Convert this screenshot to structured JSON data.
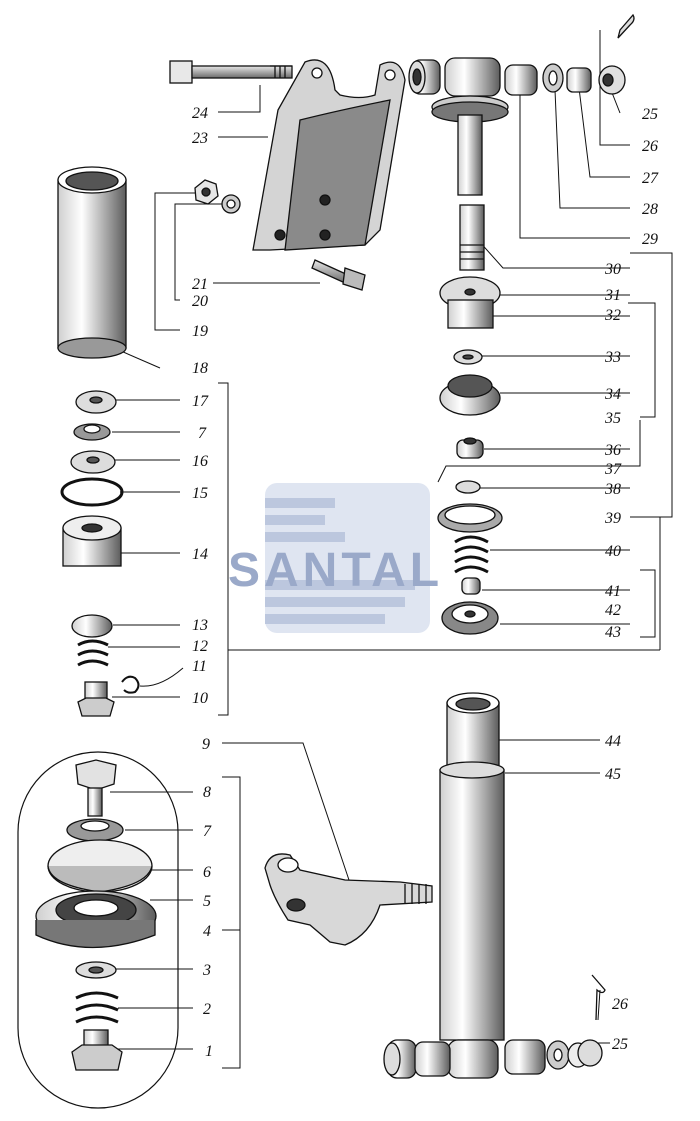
{
  "watermark": {
    "text": "SANTAL",
    "color": "#9aa9c9"
  },
  "labels": [
    {
      "id": "1",
      "text": "1"
    },
    {
      "id": "2",
      "text": "2"
    },
    {
      "id": "3",
      "text": "3"
    },
    {
      "id": "4",
      "text": "4"
    },
    {
      "id": "5",
      "text": "5"
    },
    {
      "id": "6",
      "text": "6"
    },
    {
      "id": "7a",
      "text": "7"
    },
    {
      "id": "8",
      "text": "8"
    },
    {
      "id": "9",
      "text": "9"
    },
    {
      "id": "10",
      "text": "10"
    },
    {
      "id": "11",
      "text": "11"
    },
    {
      "id": "12",
      "text": "12"
    },
    {
      "id": "13",
      "text": "13"
    },
    {
      "id": "14",
      "text": "14"
    },
    {
      "id": "15",
      "text": "15"
    },
    {
      "id": "16",
      "text": "16"
    },
    {
      "id": "7b",
      "text": "7"
    },
    {
      "id": "17",
      "text": "17"
    },
    {
      "id": "18",
      "text": "18"
    },
    {
      "id": "19",
      "text": "19"
    },
    {
      "id": "20",
      "text": "20"
    },
    {
      "id": "21",
      "text": "21"
    },
    {
      "id": "23",
      "text": "23"
    },
    {
      "id": "24",
      "text": "24"
    },
    {
      "id": "25a",
      "text": "25"
    },
    {
      "id": "26a",
      "text": "26"
    },
    {
      "id": "27",
      "text": "27"
    },
    {
      "id": "28",
      "text": "28"
    },
    {
      "id": "29",
      "text": "29"
    },
    {
      "id": "30",
      "text": "30"
    },
    {
      "id": "31",
      "text": "31"
    },
    {
      "id": "32",
      "text": "32"
    },
    {
      "id": "33",
      "text": "33"
    },
    {
      "id": "34",
      "text": "34"
    },
    {
      "id": "35",
      "text": "35"
    },
    {
      "id": "36",
      "text": "36"
    },
    {
      "id": "37",
      "text": "37"
    },
    {
      "id": "38",
      "text": "38"
    },
    {
      "id": "39",
      "text": "39"
    },
    {
      "id": "40",
      "text": "40"
    },
    {
      "id": "41",
      "text": "41"
    },
    {
      "id": "42",
      "text": "42"
    },
    {
      "id": "43",
      "text": "43"
    },
    {
      "id": "44",
      "text": "44"
    },
    {
      "id": "45",
      "text": "45"
    },
    {
      "id": "26b",
      "text": "26"
    },
    {
      "id": "25b",
      "text": "25"
    }
  ]
}
